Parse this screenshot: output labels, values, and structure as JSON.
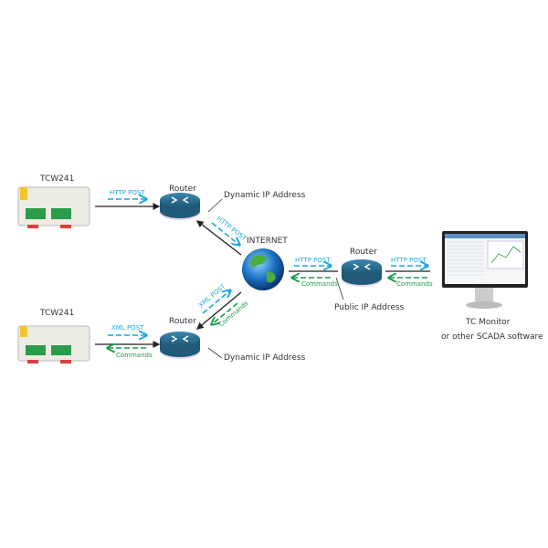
{
  "devices": [
    {
      "label": "TCW241"
    },
    {
      "label": "TCW241"
    }
  ],
  "routers": [
    {
      "label": "Router",
      "note": "Dynamic IP Address"
    },
    {
      "label": "Router",
      "note": "Dynamic IP Address"
    },
    {
      "label": "Router",
      "note": "Public IP Address"
    }
  ],
  "internet": {
    "label": "INTERNET"
  },
  "links": {
    "dev1_router1": {
      "up": "HTTP POST"
    },
    "router1_internet": {
      "up": "HTTP POST"
    },
    "dev2_router2": {
      "up": "XML POST",
      "down": "Commands"
    },
    "router2_internet": {
      "up": "XML POST",
      "down": "Commands"
    },
    "internet_router3": {
      "up": "HTTP POST",
      "down": "Commands"
    },
    "router3_monitor": {
      "up": "HTTP POST",
      "down": "Commands"
    }
  },
  "monitor": {
    "line1": "TC Monitor",
    "line2": "or other SCADA software"
  },
  "colors": {
    "post": "#1aa7e0",
    "commands": "#1a9b4a",
    "router": "#2c6e8e"
  }
}
